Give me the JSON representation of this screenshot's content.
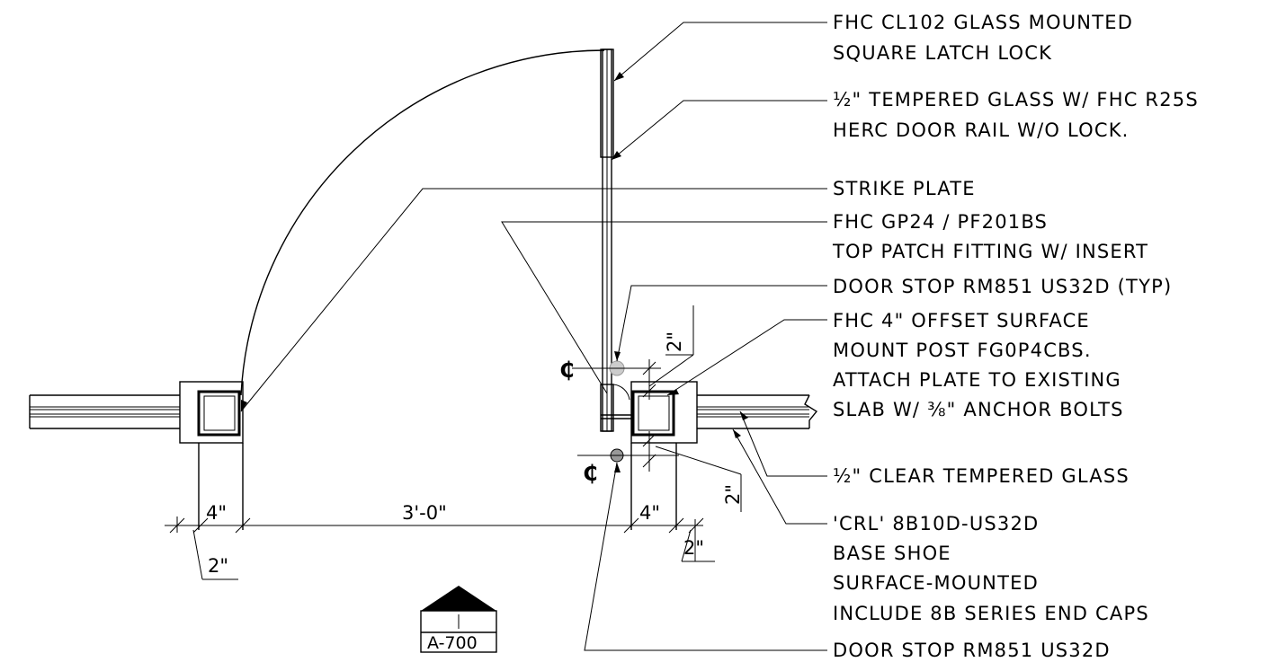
{
  "notes": {
    "lock_line1": "FHC CL102 GLASS MOUNTED",
    "lock_line2": "SQUARE LATCH LOCK",
    "glass_line1_frac": "½\"",
    "glass_line1_rest": " TEMPERED GLASS W/ FHC R25S",
    "glass_line2": "HERC DOOR RAIL W/O LOCK.",
    "strike": "STRIKE PLATE",
    "patch_line1": "FHC GP24 / PF201BS",
    "patch_line2": "TOP PATCH FITTING W/ INSERT",
    "stop_typ": "DOOR STOP RM851 US32D (TYP)",
    "post_line1": "FHC 4\" OFFSET SURFACE",
    "post_line2": "MOUNT POST FG0P4CBS.",
    "post_line3": "ATTACH PLATE TO EXISTING",
    "post_line4_a": "SLAB W/ ",
    "post_line4_frac": "⅜\"",
    "post_line4_b": " ANCHOR BOLTS",
    "clear_frac": "½\"",
    "clear_rest": " CLEAR TEMPERED GLASS",
    "shoe_line1": "'CRL' 8B10D-US32D",
    "shoe_line2": "BASE SHOE",
    "shoe_line3": "SURFACE-MOUNTED",
    "shoe_line4": "INCLUDE 8B SERIES END CAPS",
    "stop_bottom": "DOOR STOP RM851 US32D"
  },
  "dimensions": {
    "left_post": "4\"",
    "opening": "3'-0\"",
    "right_post": "4\"",
    "left_offset": "2\"",
    "right_offset": "2\"",
    "stop_upper": "2\"",
    "stop_lower": "2\""
  },
  "centerline_symbol": "CL",
  "section_tag": "A-700",
  "colors": {
    "ink": "#000000",
    "stop_upper": "#cccccc",
    "stop_lower": "#999999"
  }
}
